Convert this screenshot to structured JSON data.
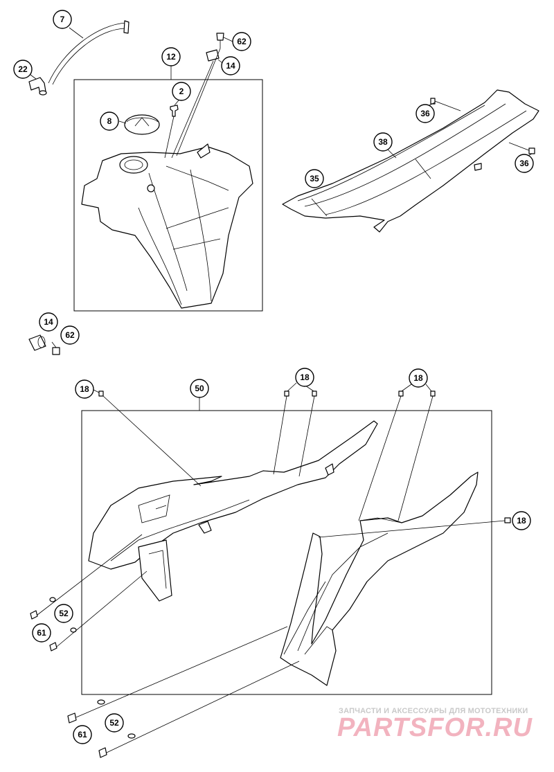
{
  "callouts": {
    "c7": "7",
    "c22": "22",
    "c12": "12",
    "c62a": "62",
    "c14a": "14",
    "c2": "2",
    "c8": "8",
    "c36a": "36",
    "c38": "38",
    "c35": "35",
    "c36b": "36",
    "c14b": "14",
    "c62b": "62",
    "c18a": "18",
    "c50": "50",
    "c18b": "18",
    "c18c": "18",
    "c18d": "18",
    "c52a": "52",
    "c61a": "61",
    "c52b": "52",
    "c61b": "61"
  },
  "watermark": {
    "tagline": "ЗАПЧАСТИ И АКСЕССУАРЫ ДЛЯ МОТОТЕХНИКИ",
    "brand": "PARTSFOR.RU",
    "color": "#f2b3bf"
  }
}
